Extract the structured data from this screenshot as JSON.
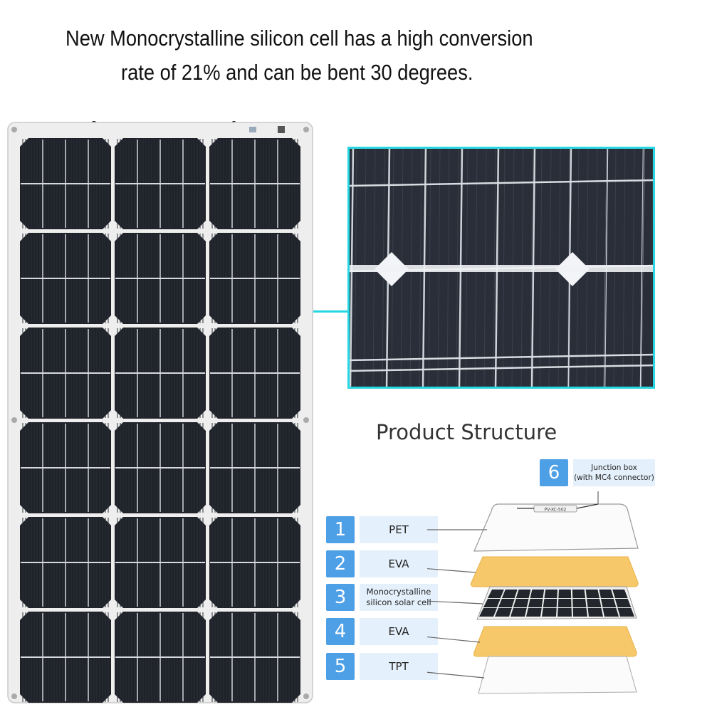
{
  "headline": {
    "line1": "New Monocrystalline silicon cell has a high conversion",
    "line2": "rate of 21% and can be bent 30 degrees."
  },
  "structure": {
    "title": "Product Structure",
    "junction": {
      "number": "6",
      "label_line1": "Junction box",
      "label_line2": "(with MC4 connector)"
    },
    "layers": [
      {
        "number": "1",
        "label": "PET"
      },
      {
        "number": "2",
        "label": "EVA"
      },
      {
        "number": "3",
        "label_line1": "Monocrystalline",
        "label_line2": "silicon solar cell"
      },
      {
        "number": "4",
        "label": "EVA"
      },
      {
        "number": "5",
        "label": "TPT"
      }
    ],
    "box_label": "PV-XC-502"
  },
  "colors": {
    "accent_cyan": "#27d7e2",
    "number_blue": "#4d9fe6",
    "label_bg": "#e4f0fb",
    "eva_yellow": "#f6c869",
    "cell_dark": "#1f2229"
  }
}
